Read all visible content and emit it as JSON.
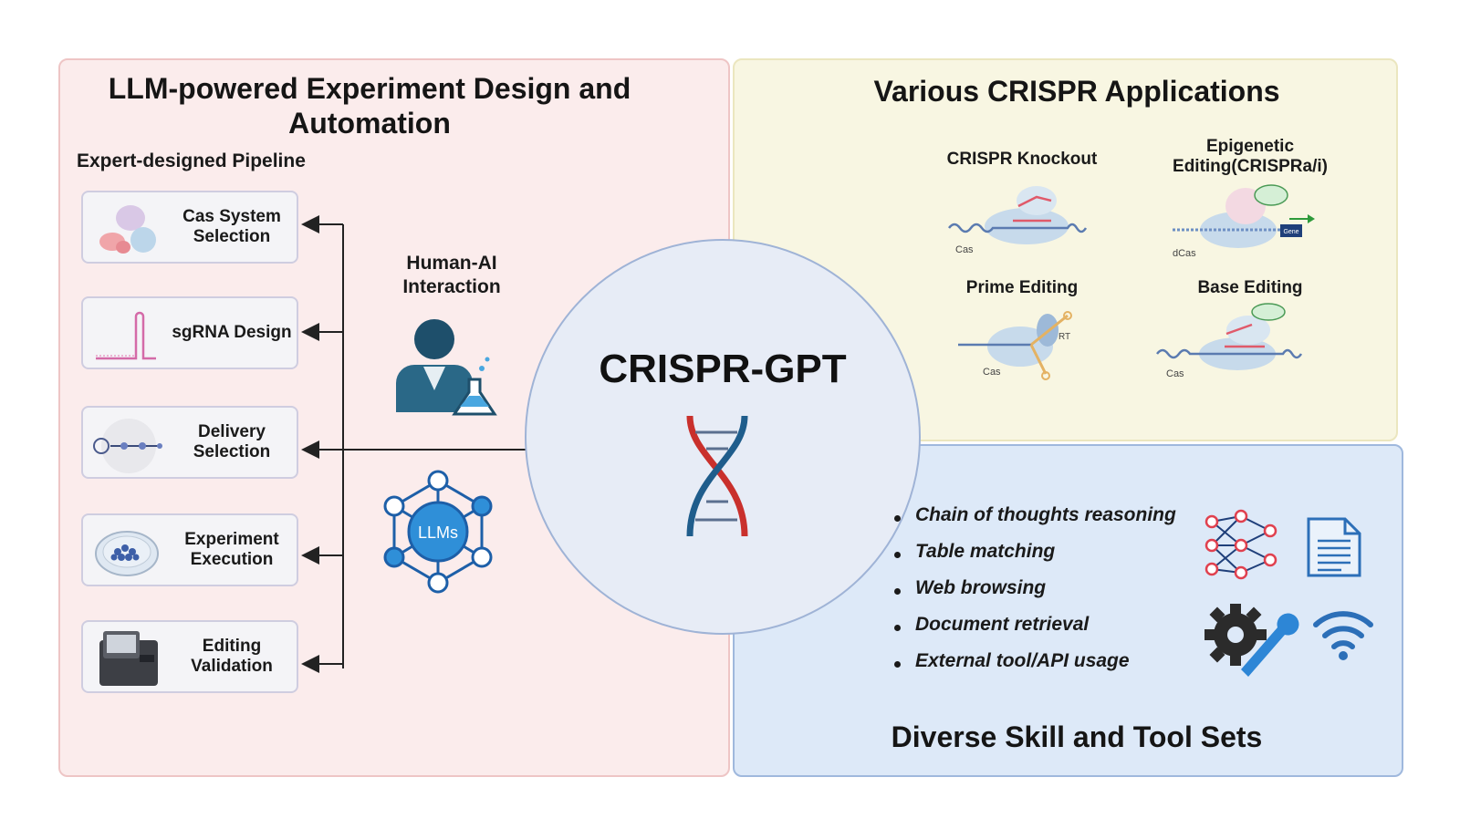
{
  "left_panel": {
    "title": "LLM-powered Experiment Design and Automation",
    "pipeline_label": "Expert-designed Pipeline",
    "steps": [
      {
        "label": "Cas System Selection",
        "icon": "protein-blob-icon"
      },
      {
        "label": "sgRNA Design",
        "icon": "sgrna-hairpin-icon"
      },
      {
        "label": "Delivery Selection",
        "icon": "delivery-virus-icon"
      },
      {
        "label": "Experiment Execution",
        "icon": "petri-dish-icon"
      },
      {
        "label": "Editing Validation",
        "icon": "sequencer-machine-icon"
      }
    ],
    "human_ai_label": "Human-AI Interaction",
    "llm_label": "LLMs"
  },
  "center": {
    "title": "CRISPR-GPT"
  },
  "apps_panel": {
    "title": "Various CRISPR Applications",
    "applications": [
      {
        "label": "CRISPR Knockout",
        "sublabel": "Cas"
      },
      {
        "label": "Epigenetic Editing(CRISPRa/i)",
        "sublabel": "dCas",
        "tag": "Gene"
      },
      {
        "label": "Prime Editing",
        "sublabel": "Cas",
        "tag": "RT"
      },
      {
        "label": "Base Editing",
        "sublabel": "Cas"
      }
    ]
  },
  "skills_panel": {
    "title": "Diverse Skill and Tool Sets",
    "skills": [
      "Chain of thoughts reasoning",
      "Table matching",
      "Web browsing",
      "Document retrieval",
      "External tool/API usage"
    ],
    "icons": [
      "neural-network-icon",
      "document-icon",
      "gear-wrench-icon",
      "wifi-icon"
    ]
  },
  "colors": {
    "left_bg": "#fbecec",
    "apps_bg": "#f8f6e2",
    "skills_bg": "#dde9f8",
    "circle_bg": "#e7ecf6",
    "dna_red": "#c9302c",
    "dna_blue": "#1f5d8c",
    "llm_blue": "#2f8fd8"
  }
}
